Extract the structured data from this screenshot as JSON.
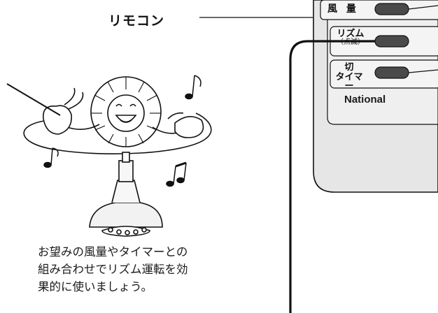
{
  "remote_label": "リモコン",
  "remote": {
    "button_fuuryou": "風 量",
    "button_rhythm_main": "リズム",
    "button_rhythm_sub": "（点滅）",
    "button_kiri_main": "切",
    "button_kiri_sub": "タイマー",
    "brand": "National"
  },
  "caption": {
    "line1": "お望みの風量やタイマーとの",
    "line2": "組み合わせでリズム運転を効",
    "line3": "果的に使いましょう。"
  },
  "fan_icon_name": "cartoon-fan-conductor-icon",
  "colors": {
    "remote_body": "#e6e6e6",
    "remote_panel": "#efefef",
    "button_fill": "#4a4a4a",
    "line": "#111111"
  }
}
